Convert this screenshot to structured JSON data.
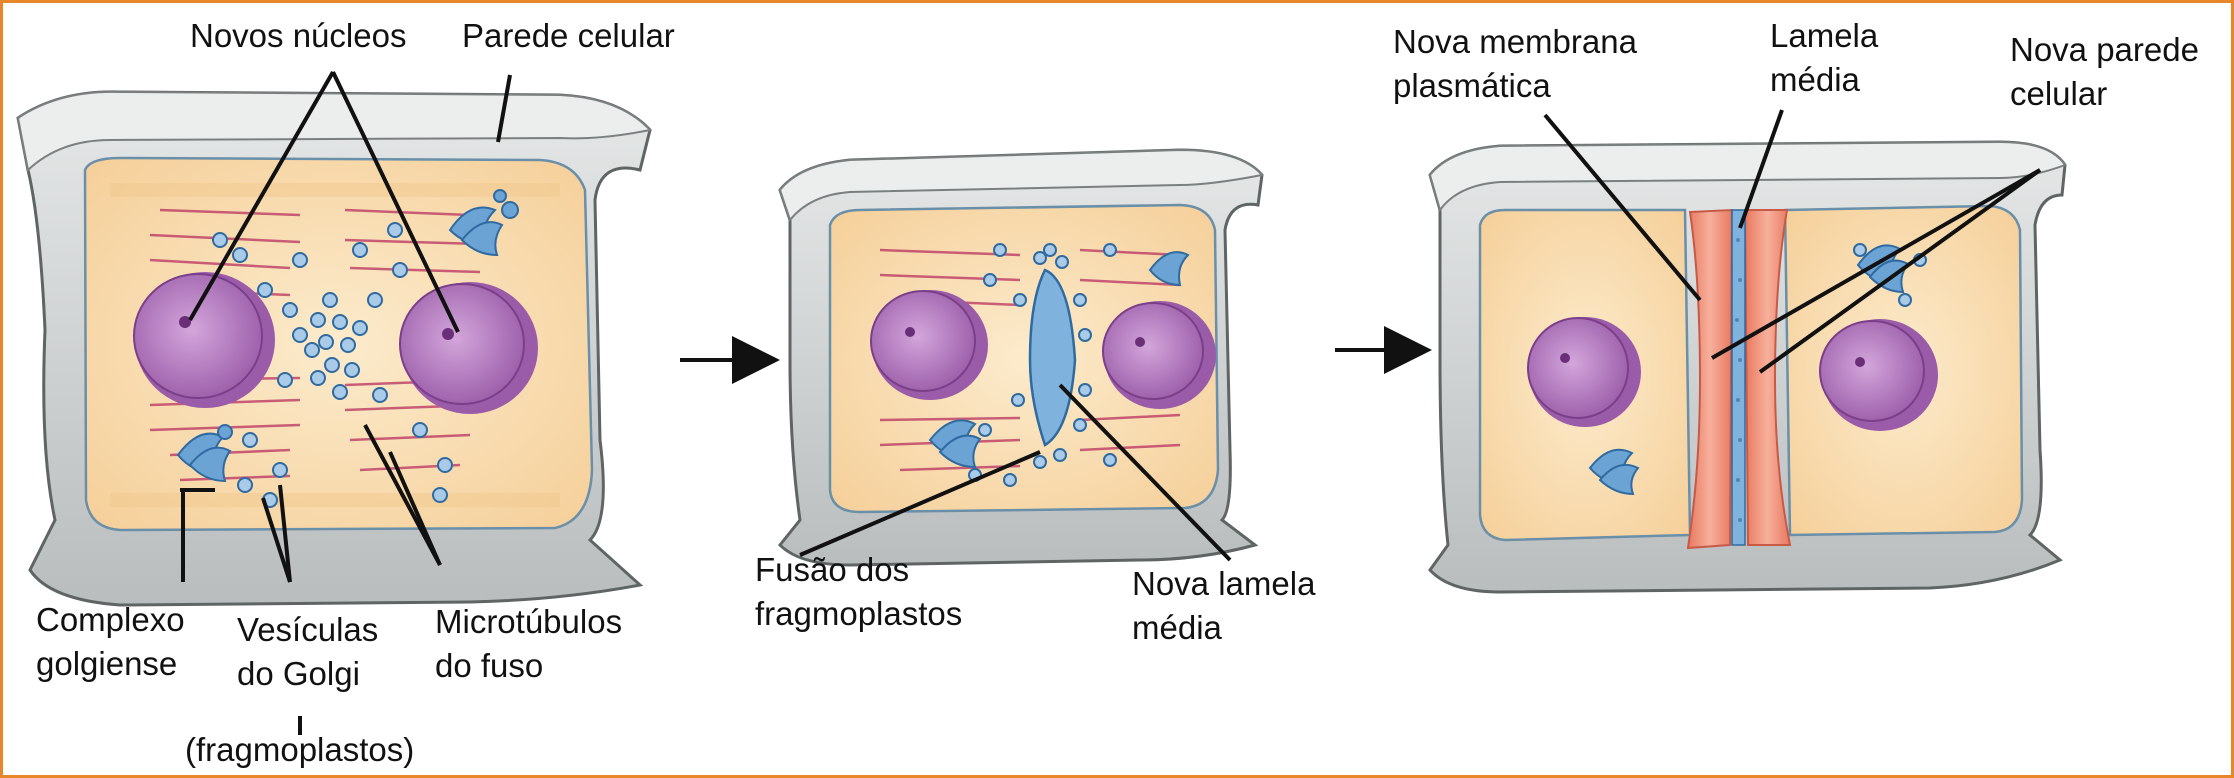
{
  "colors": {
    "frame": "#e8862a",
    "wall": "#d9dbdb",
    "wall_dark": "#a9adad",
    "wall_edge": "#6f7474",
    "cytoplasm": "#f8d8a8",
    "cytoplasm_light": "#fbe8c6",
    "nucleus": "#b57fc0",
    "nucleus_dark": "#8a4f98",
    "microtubule": "#c0466a",
    "vesicle": "#76acd8",
    "vesicle_dark": "#2f6aa0",
    "cell_plate": "#f08e7a",
    "cell_plate_dark": "#cf5e4c",
    "arrow": "#111111"
  },
  "labels": {
    "novos_nucleos": "Novos núcleos",
    "parede_celular": "Parede celular",
    "complexo_golgiense": "Complexo\ngolgiense",
    "vesiculas_golgi": "Vesículas\ndo Golgi",
    "fragmoplastos": "(fragmoplastos)",
    "microtubulos_fuso": "Microtúbulos\ndo fuso",
    "fusao_fragmoplastos": "Fusão dos\nfragmoplastos",
    "nova_lamela_media": "Nova lamela\nmédia",
    "nova_membrana_plasmatica": "Nova membrana\nplasmática",
    "lamela_media": "Lamela\nmédia",
    "nova_parede_celular": "Nova parede\ncelular"
  }
}
